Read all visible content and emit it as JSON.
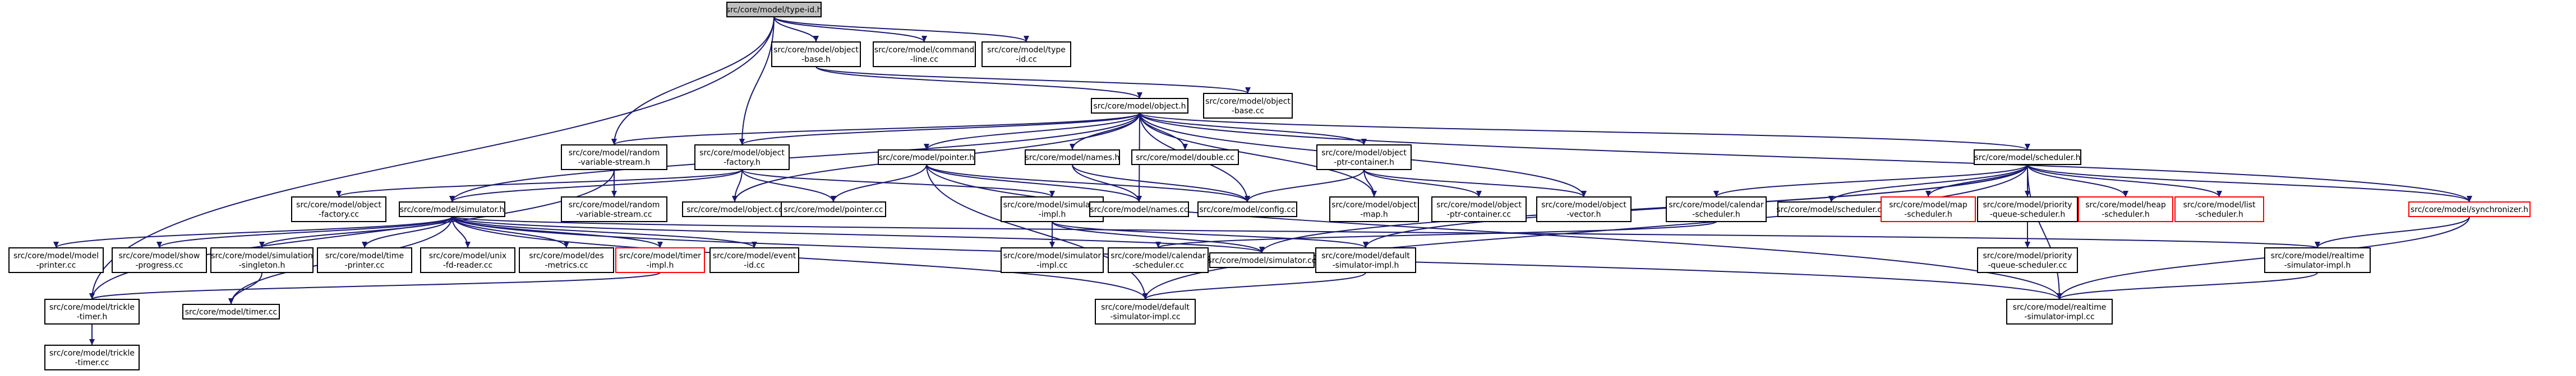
{
  "colors": {
    "edge": "#191970",
    "node_border": "#000000",
    "node_missing_border": "#ff0000",
    "root_fill": "#bfbfbf",
    "node_fill": "#ffffff"
  },
  "nodes": [
    {
      "id": "n0",
      "lines": [
        "src/core/model/type-id.h"
      ],
      "root": true
    },
    {
      "id": "n1",
      "lines": [
        "src/core/model/object",
        "-base.h"
      ]
    },
    {
      "id": "n2",
      "lines": [
        "src/core/model/command",
        "-line.cc"
      ]
    },
    {
      "id": "n3",
      "lines": [
        "src/core/model/type",
        "-id.cc"
      ]
    },
    {
      "id": "n4",
      "lines": [
        "src/core/model/object.h"
      ]
    },
    {
      "id": "n5",
      "lines": [
        "src/core/model/object",
        "-base.cc"
      ]
    },
    {
      "id": "n6",
      "lines": [
        "src/core/model/random",
        "-variable-stream.h"
      ]
    },
    {
      "id": "n7",
      "lines": [
        "src/core/model/object",
        "-factory.h"
      ]
    },
    {
      "id": "n8",
      "lines": [
        "src/core/model/pointer.h"
      ]
    },
    {
      "id": "n9",
      "lines": [
        "src/core/model/names.h"
      ]
    },
    {
      "id": "n10",
      "lines": [
        "src/core/model/double.cc"
      ]
    },
    {
      "id": "n11",
      "lines": [
        "src/core/model/object",
        "-ptr-container.h"
      ]
    },
    {
      "id": "n12",
      "lines": [
        "src/core/model/scheduler.h"
      ]
    },
    {
      "id": "n13",
      "lines": [
        "src/core/model/object",
        "-factory.cc"
      ]
    },
    {
      "id": "n14",
      "lines": [
        "src/core/model/simulator.h"
      ]
    },
    {
      "id": "n15",
      "lines": [
        "src/core/model/random",
        "-variable-stream.cc"
      ]
    },
    {
      "id": "n16",
      "lines": [
        "src/core/model/object.cc"
      ]
    },
    {
      "id": "n17",
      "lines": [
        "src/core/model/pointer.cc"
      ]
    },
    {
      "id": "n18",
      "lines": [
        "src/core/model/simulator",
        "-impl.h"
      ]
    },
    {
      "id": "n19",
      "lines": [
        "src/core/model/names.cc"
      ]
    },
    {
      "id": "n20",
      "lines": [
        "src/core/model/config.cc"
      ]
    },
    {
      "id": "n21",
      "lines": [
        "src/core/model/object",
        "-map.h"
      ]
    },
    {
      "id": "n22",
      "lines": [
        "src/core/model/object",
        "-ptr-container.cc"
      ]
    },
    {
      "id": "n23",
      "lines": [
        "src/core/model/object",
        "-vector.h"
      ]
    },
    {
      "id": "n24",
      "lines": [
        "src/core/model/calendar",
        "-scheduler.h"
      ]
    },
    {
      "id": "n25",
      "lines": [
        "src/core/model/scheduler.cc"
      ]
    },
    {
      "id": "n26",
      "lines": [
        "src/core/model/map",
        "-scheduler.h"
      ],
      "missing": true
    },
    {
      "id": "n27",
      "lines": [
        "src/core/model/priority",
        "-queue-scheduler.h"
      ]
    },
    {
      "id": "n28",
      "lines": [
        "src/core/model/heap",
        "-scheduler.h"
      ],
      "missing": true
    },
    {
      "id": "n29",
      "lines": [
        "src/core/model/list",
        "-scheduler.h"
      ],
      "missing": true
    },
    {
      "id": "n30",
      "lines": [
        "src/core/model/synchronizer.h"
      ],
      "missing": true
    },
    {
      "id": "n31",
      "lines": [
        "src/core/model/model",
        "-printer.cc"
      ]
    },
    {
      "id": "n32",
      "lines": [
        "src/core/model/show",
        "-progress.cc"
      ]
    },
    {
      "id": "n33",
      "lines": [
        "src/core/model/simulation",
        "-singleton.h"
      ]
    },
    {
      "id": "n34",
      "lines": [
        "src/core/model/time",
        "-printer.cc"
      ]
    },
    {
      "id": "n35",
      "lines": [
        "src/core/model/unix",
        "-fd-reader.cc"
      ]
    },
    {
      "id": "n36",
      "lines": [
        "src/core/model/des",
        "-metrics.cc"
      ]
    },
    {
      "id": "n37",
      "lines": [
        "src/core/model/timer",
        "-impl.h"
      ],
      "missing": true
    },
    {
      "id": "n38",
      "lines": [
        "src/core/model/event",
        "-id.cc"
      ]
    },
    {
      "id": "n39",
      "lines": [
        "src/core/model/simulator",
        "-impl.cc"
      ]
    },
    {
      "id": "n40",
      "lines": [
        "src/core/model/calendar",
        "-scheduler.cc"
      ]
    },
    {
      "id": "n41",
      "lines": [
        "src/core/model/simulator.cc"
      ]
    },
    {
      "id": "n42",
      "lines": [
        "src/core/model/default",
        "-simulator-impl.h"
      ]
    },
    {
      "id": "n43",
      "lines": [
        "src/core/model/priority",
        "-queue-scheduler.cc"
      ]
    },
    {
      "id": "n44",
      "lines": [
        "src/core/model/realtime",
        "-simulator-impl.h"
      ]
    },
    {
      "id": "n45",
      "lines": [
        "src/core/model/trickle",
        "-timer.h"
      ]
    },
    {
      "id": "n46",
      "lines": [
        "src/core/model/timer.cc"
      ]
    },
    {
      "id": "n47",
      "lines": [
        "src/core/model/default",
        "-simulator-impl.cc"
      ]
    },
    {
      "id": "n48",
      "lines": [
        "src/core/model/realtime",
        "-simulator-impl.cc"
      ]
    },
    {
      "id": "n49",
      "lines": [
        "src/core/model/trickle",
        "-timer.cc"
      ]
    }
  ],
  "edges": [
    [
      "n0",
      "n1"
    ],
    [
      "n0",
      "n2"
    ],
    [
      "n0",
      "n3"
    ],
    [
      "n0",
      "n6"
    ],
    [
      "n0",
      "n7"
    ],
    [
      "n0",
      "n45"
    ],
    [
      "n1",
      "n4"
    ],
    [
      "n1",
      "n5"
    ],
    [
      "n4",
      "n6"
    ],
    [
      "n4",
      "n7"
    ],
    [
      "n4",
      "n8"
    ],
    [
      "n4",
      "n9"
    ],
    [
      "n4",
      "n10"
    ],
    [
      "n4",
      "n11"
    ],
    [
      "n4",
      "n12"
    ],
    [
      "n4",
      "n14"
    ],
    [
      "n4",
      "n16"
    ],
    [
      "n4",
      "n19"
    ],
    [
      "n4",
      "n20"
    ],
    [
      "n4",
      "n21"
    ],
    [
      "n4",
      "n23"
    ],
    [
      "n4",
      "n30"
    ],
    [
      "n6",
      "n15"
    ],
    [
      "n6",
      "n45"
    ],
    [
      "n7",
      "n13"
    ],
    [
      "n7",
      "n14"
    ],
    [
      "n7",
      "n16"
    ],
    [
      "n7",
      "n17"
    ],
    [
      "n7",
      "n18"
    ],
    [
      "n8",
      "n17"
    ],
    [
      "n8",
      "n19"
    ],
    [
      "n8",
      "n20"
    ],
    [
      "n8",
      "n47"
    ],
    [
      "n8",
      "n48"
    ],
    [
      "n9",
      "n19"
    ],
    [
      "n9",
      "n20"
    ],
    [
      "n11",
      "n20"
    ],
    [
      "n11",
      "n21"
    ],
    [
      "n11",
      "n22"
    ],
    [
      "n11",
      "n23"
    ],
    [
      "n12",
      "n24"
    ],
    [
      "n12",
      "n25"
    ],
    [
      "n12",
      "n26"
    ],
    [
      "n12",
      "n27"
    ],
    [
      "n12",
      "n28"
    ],
    [
      "n12",
      "n29"
    ],
    [
      "n12",
      "n30"
    ],
    [
      "n12",
      "n41"
    ],
    [
      "n12",
      "n42"
    ],
    [
      "n12",
      "n43"
    ],
    [
      "n12",
      "n47"
    ],
    [
      "n12",
      "n48"
    ],
    [
      "n14",
      "n31"
    ],
    [
      "n14",
      "n32"
    ],
    [
      "n14",
      "n33"
    ],
    [
      "n14",
      "n34"
    ],
    [
      "n14",
      "n35"
    ],
    [
      "n14",
      "n36"
    ],
    [
      "n14",
      "n37"
    ],
    [
      "n14",
      "n38"
    ],
    [
      "n14",
      "n41"
    ],
    [
      "n14",
      "n46"
    ],
    [
      "n14",
      "n47"
    ],
    [
      "n14",
      "n44"
    ],
    [
      "n14",
      "n48"
    ],
    [
      "n18",
      "n39"
    ],
    [
      "n18",
      "n41"
    ],
    [
      "n18",
      "n42"
    ],
    [
      "n24",
      "n40"
    ],
    [
      "n27",
      "n43"
    ],
    [
      "n30",
      "n44"
    ],
    [
      "n30",
      "n48"
    ],
    [
      "n33",
      "n46"
    ],
    [
      "n37",
      "n45"
    ],
    [
      "n42",
      "n47"
    ],
    [
      "n44",
      "n48"
    ],
    [
      "n45",
      "n49"
    ]
  ]
}
